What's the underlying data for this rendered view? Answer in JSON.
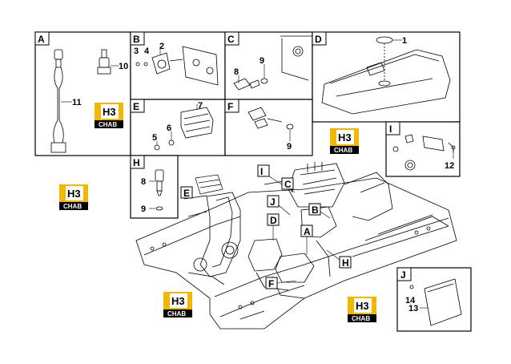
{
  "panels": {
    "A": {
      "letter": "A",
      "parts": [
        "11",
        "10"
      ]
    },
    "B": {
      "letter": "B",
      "parts": [
        "3",
        "4",
        "2"
      ]
    },
    "C": {
      "letter": "C",
      "parts": [
        "9",
        "8"
      ]
    },
    "D": {
      "letter": "D",
      "parts": [
        "1"
      ]
    },
    "E": {
      "letter": "E",
      "parts": [
        "7",
        "6",
        "5"
      ]
    },
    "F": {
      "letter": "F",
      "parts": [
        "9"
      ]
    },
    "H": {
      "letter": "H",
      "parts": [
        "8",
        "9"
      ]
    },
    "I": {
      "letter": "I",
      "parts": [
        "12"
      ]
    },
    "J": {
      "letter": "J",
      "parts": [
        "14",
        "13"
      ]
    }
  },
  "callouts": [
    "I",
    "E",
    "J",
    "C",
    "B",
    "D",
    "A",
    "H",
    "F"
  ],
  "logo": {
    "mark": "H3",
    "text": "CHAB"
  },
  "colors": {
    "logo_yellow": "#f2b705",
    "logo_black": "#000000",
    "line": "#000000"
  }
}
